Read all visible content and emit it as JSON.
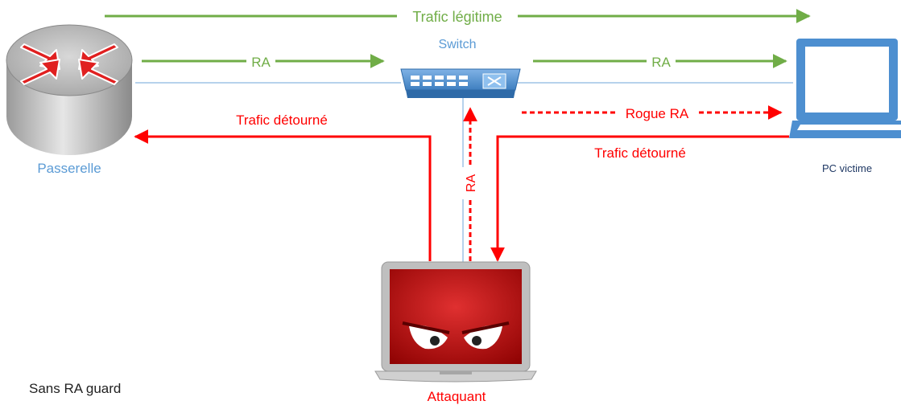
{
  "labels": {
    "legit_traffic": "Trafic légitime",
    "switch": "Switch",
    "ra_left": "RA",
    "ra_right": "RA",
    "rogue_ra": "Rogue RA",
    "ra_vertical": "RA",
    "diverted_left": "Trafic détourné",
    "diverted_right": "Trafic détourné",
    "gateway": "Passerelle",
    "victim": "PC victime",
    "attacker": "Attaquant",
    "caption": "Sans RA guard"
  },
  "colors": {
    "green": "#70ad47",
    "red": "#ff0000",
    "blue_text": "#5b9bd5",
    "blue_line": "#9dc3e6",
    "device_blue": "#5b9bd5",
    "router_red": "#e02020",
    "attacker_red": "#c00000"
  },
  "icons": {
    "gateway": "router-icon",
    "switch": "switch-icon",
    "victim": "laptop-icon",
    "attacker": "attacker-laptop-icon"
  }
}
